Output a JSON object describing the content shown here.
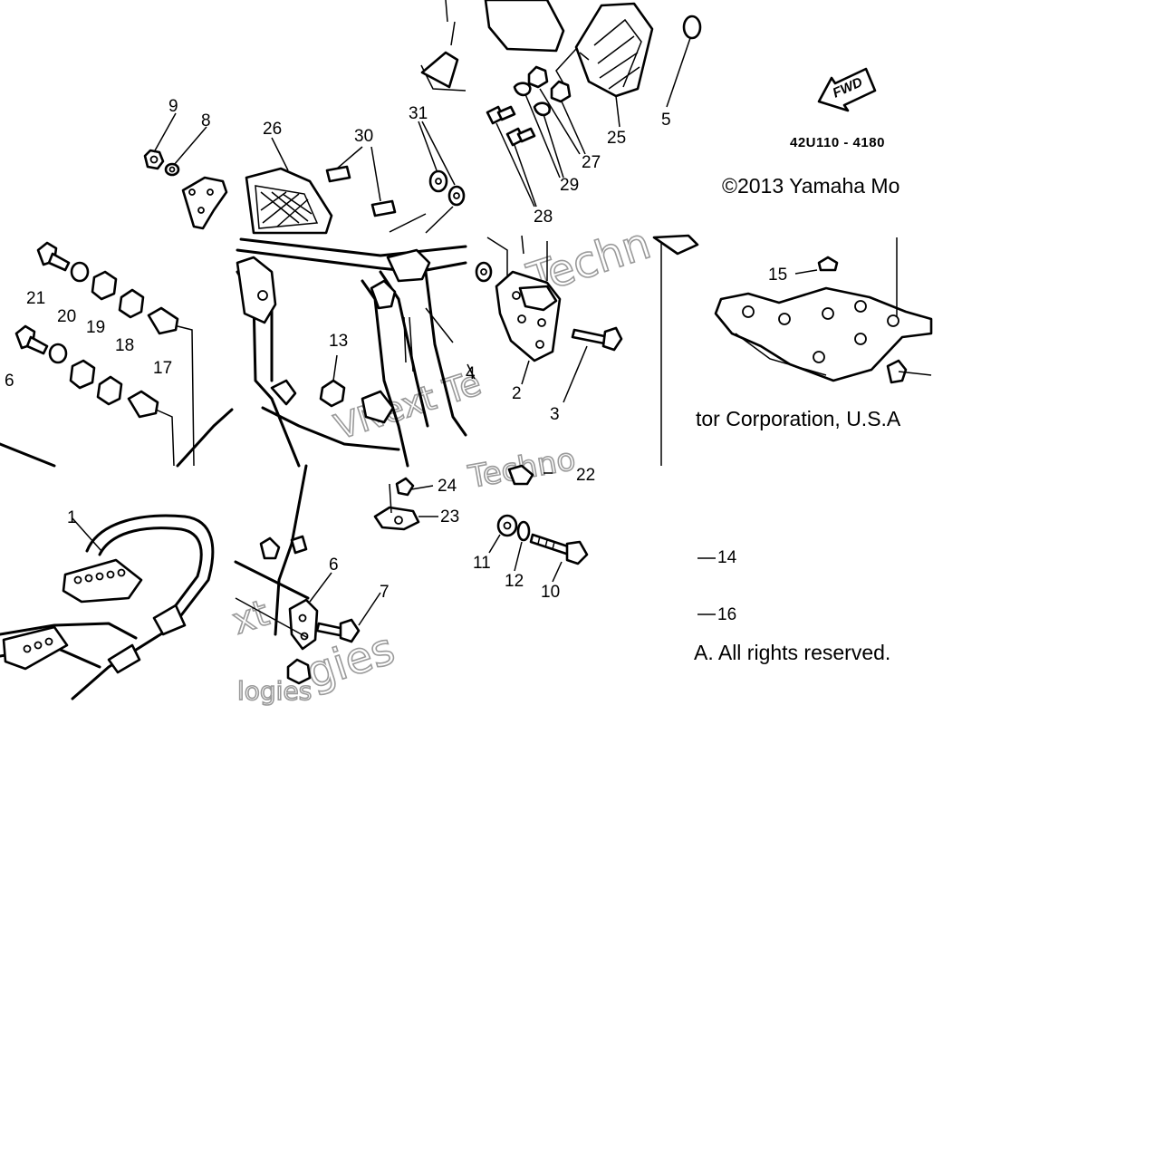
{
  "diagram": {
    "catalog_code": "42U110 - 4180",
    "fwd_label": "FWD",
    "copyright": {
      "line1": "©2013 Yamaha Mo",
      "line2": "tor Corporation, U.S.A",
      "line3": "A. All rights reserved."
    },
    "watermarks": [
      "Techn",
      "VNext Te",
      "xt",
      "gies",
      "Techno",
      "logies"
    ],
    "callouts": [
      {
        "id": "c1",
        "label": "1"
      },
      {
        "id": "c2",
        "label": "2"
      },
      {
        "id": "c3",
        "label": "3"
      },
      {
        "id": "c4",
        "label": "4"
      },
      {
        "id": "c5",
        "label": "5"
      },
      {
        "id": "c6a",
        "label": "6"
      },
      {
        "id": "c6b",
        "label": "6"
      },
      {
        "id": "c7",
        "label": "7"
      },
      {
        "id": "c8",
        "label": "8"
      },
      {
        "id": "c9",
        "label": "9"
      },
      {
        "id": "c10",
        "label": "10"
      },
      {
        "id": "c11",
        "label": "11"
      },
      {
        "id": "c12",
        "label": "12"
      },
      {
        "id": "c13",
        "label": "13"
      },
      {
        "id": "c14",
        "label": "14"
      },
      {
        "id": "c15",
        "label": "15"
      },
      {
        "id": "c16",
        "label": "16"
      },
      {
        "id": "c17",
        "label": "17"
      },
      {
        "id": "c18",
        "label": "18"
      },
      {
        "id": "c19",
        "label": "19"
      },
      {
        "id": "c20",
        "label": "20"
      },
      {
        "id": "c21",
        "label": "21"
      },
      {
        "id": "c22",
        "label": "22"
      },
      {
        "id": "c23",
        "label": "23"
      },
      {
        "id": "c24",
        "label": "24"
      },
      {
        "id": "c25",
        "label": "25"
      },
      {
        "id": "c26",
        "label": "26"
      },
      {
        "id": "c27",
        "label": "27"
      },
      {
        "id": "c28",
        "label": "28"
      },
      {
        "id": "c29",
        "label": "29"
      },
      {
        "id": "c30",
        "label": "30"
      },
      {
        "id": "c31",
        "label": "31"
      }
    ]
  }
}
